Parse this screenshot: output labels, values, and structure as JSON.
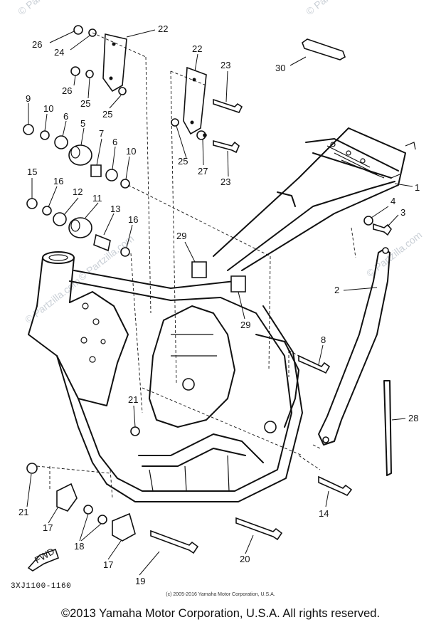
{
  "watermarks": [
    "© Partzilla.com",
    "© Partzilla.com",
    "© Partzilla.com",
    "© Partzilla.com",
    "© Partzilla.com"
  ],
  "callouts": [
    {
      "id": "c26a",
      "text": "26"
    },
    {
      "id": "c24",
      "text": "24"
    },
    {
      "id": "c22a",
      "text": "22"
    },
    {
      "id": "c26b",
      "text": "26"
    },
    {
      "id": "c25a",
      "text": "25"
    },
    {
      "id": "c25b",
      "text": "25"
    },
    {
      "id": "c22b",
      "text": "22"
    },
    {
      "id": "c23a",
      "text": "23"
    },
    {
      "id": "c30",
      "text": "30"
    },
    {
      "id": "c9",
      "text": "9"
    },
    {
      "id": "c10a",
      "text": "10"
    },
    {
      "id": "c6a",
      "text": "6"
    },
    {
      "id": "c5",
      "text": "5"
    },
    {
      "id": "c7",
      "text": "7"
    },
    {
      "id": "c6b",
      "text": "6"
    },
    {
      "id": "c10b",
      "text": "10"
    },
    {
      "id": "c25c",
      "text": "25"
    },
    {
      "id": "c27",
      "text": "27"
    },
    {
      "id": "c23b",
      "text": "23"
    },
    {
      "id": "c1",
      "text": "1"
    },
    {
      "id": "c4",
      "text": "4"
    },
    {
      "id": "c3",
      "text": "3"
    },
    {
      "id": "c15",
      "text": "15"
    },
    {
      "id": "c16a",
      "text": "16"
    },
    {
      "id": "c12",
      "text": "12"
    },
    {
      "id": "c11",
      "text": "11"
    },
    {
      "id": "c13",
      "text": "13"
    },
    {
      "id": "c16b",
      "text": "16"
    },
    {
      "id": "c29a",
      "text": "29"
    },
    {
      "id": "c2",
      "text": "2"
    },
    {
      "id": "c29b",
      "text": "29"
    },
    {
      "id": "c8",
      "text": "8"
    },
    {
      "id": "c21a",
      "text": "21"
    },
    {
      "id": "c28",
      "text": "28"
    },
    {
      "id": "c21b",
      "text": "21"
    },
    {
      "id": "c14",
      "text": "14"
    },
    {
      "id": "c17a",
      "text": "17"
    },
    {
      "id": "c18",
      "text": "18"
    },
    {
      "id": "c17b",
      "text": "17"
    },
    {
      "id": "c20",
      "text": "20"
    },
    {
      "id": "c19",
      "text": "19"
    }
  ],
  "fwd_label": "FWD",
  "code_label": "3XJ1100-1160",
  "small_copyright": "(c) 2005-2016 Yamaha Motor Corporation, U.S.A.",
  "footer_copyright": "©2013 Yamaha Motor Corporation, U.S.A. All rights reserved."
}
